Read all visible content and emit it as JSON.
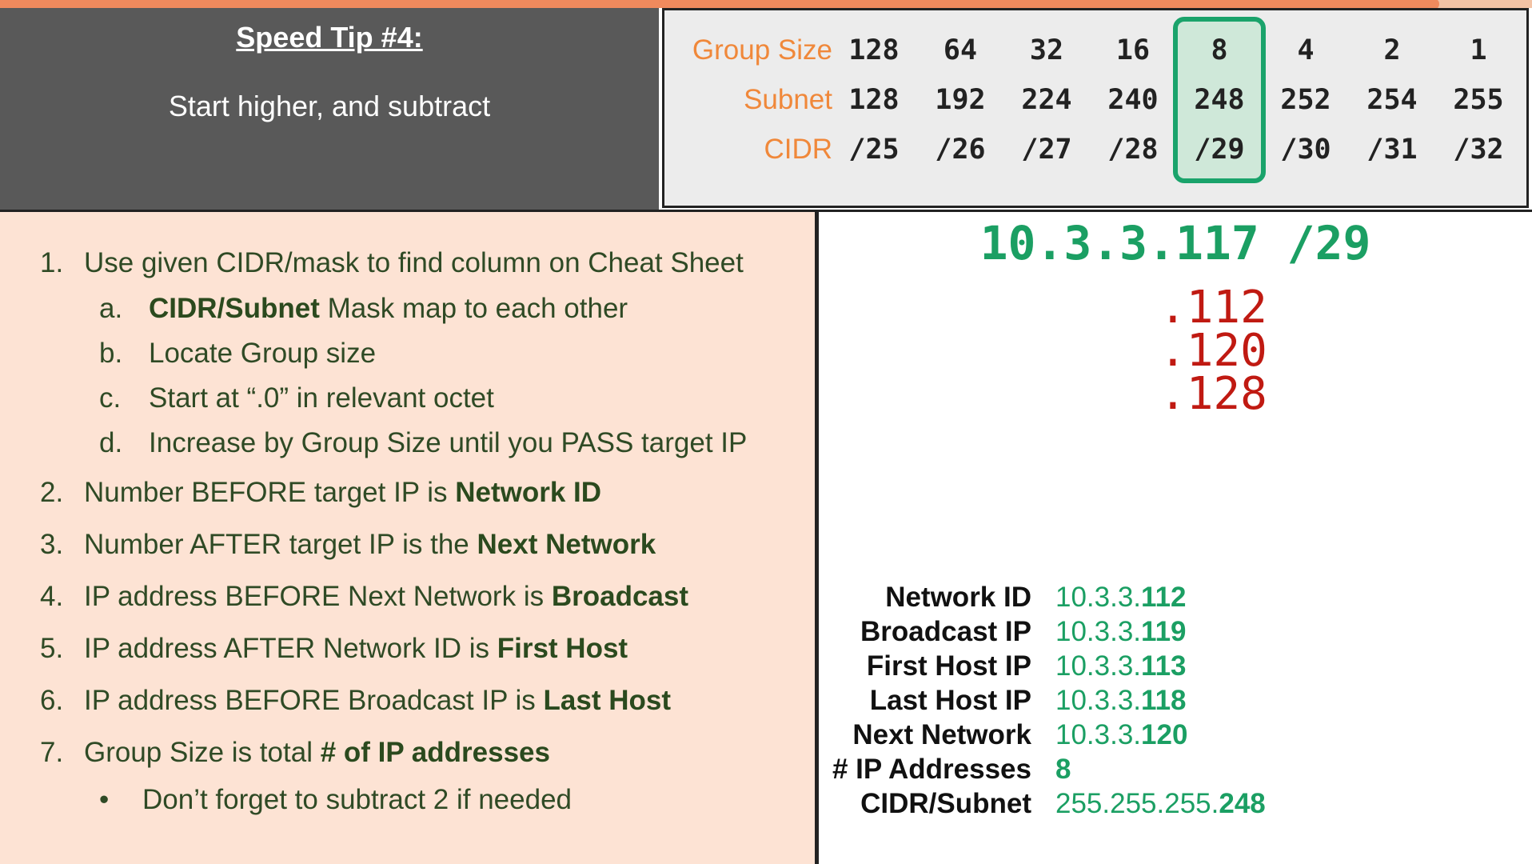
{
  "progress": {
    "percent": 93.6,
    "fill_color": "#f08a5d",
    "track_color": "#f3c3a5"
  },
  "title_panel": {
    "title": "Speed Tip #4:",
    "subtitle": "Start higher, and subtract"
  },
  "cheat_sheet": {
    "group_size_label": "Group Size",
    "subnet_label": "Subnet",
    "cidr_label": "CIDR",
    "group_sizes": [
      "128",
      "64",
      "32",
      "16",
      "8",
      "4",
      "2",
      "1"
    ],
    "subnets": [
      "128",
      "192",
      "224",
      "240",
      "248",
      "252",
      "254",
      "255"
    ],
    "cidrs": [
      "/25",
      "/26",
      "/27",
      "/28",
      "/29",
      "/30",
      "/31",
      "/32"
    ],
    "highlighted_index": 4,
    "label_color": "#f0883a",
    "highlight_color": "#1aa36b"
  },
  "steps": {
    "s1": {
      "num": "1.",
      "text": "Use given CIDR/mask to find column on Cheat Sheet"
    },
    "s1a": {
      "num": "a.",
      "bold": "CIDR/Subnet",
      "text": " Mask map to each other"
    },
    "s1b": {
      "num": "b.",
      "text": "Locate Group size"
    },
    "s1c": {
      "num": "c.",
      "text": "Start at “.0” in relevant octet"
    },
    "s1d": {
      "num": "d.",
      "text": "Increase by Group Size until you PASS target IP"
    },
    "s2": {
      "num": "2.",
      "text": "Number BEFORE target IP is ",
      "bold": "Network ID"
    },
    "s3": {
      "num": "3.",
      "text": "Number AFTER target IP is the ",
      "bold": "Next Network"
    },
    "s4": {
      "num": "4.",
      "text": "IP address BEFORE Next Network is ",
      "bold": "Broadcast"
    },
    "s5": {
      "num": "5.",
      "text": "IP address AFTER Network ID is ",
      "bold": "First Host"
    },
    "s6": {
      "num": "6.",
      "text": "IP address BEFORE Broadcast IP is ",
      "bold": "Last Host"
    },
    "s7": {
      "num": "7.",
      "text": "Group Size is total ",
      "bold": "# of IP addresses"
    },
    "s7b": {
      "num": "•",
      "text": "Don’t forget to subtract 2 if needed"
    }
  },
  "example": {
    "ip": "10.3.3.117 /29",
    "steps": [
      ".112",
      ".120",
      ".128"
    ],
    "ip_color": "#1b9f63",
    "step_color": "#c01a12"
  },
  "summary": {
    "network_id": {
      "label": "Network ID",
      "prefix": "10.3.3.",
      "suffix": "112"
    },
    "broadcast": {
      "label": "Broadcast IP",
      "prefix": "10.3.3.",
      "suffix": "119"
    },
    "first_host": {
      "label": "First Host IP",
      "prefix": "10.3.3.",
      "suffix": "113"
    },
    "last_host": {
      "label": "Last Host IP",
      "prefix": "10.3.3.",
      "suffix": "118"
    },
    "next_network": {
      "label": "Next Network",
      "prefix": "10.3.3.",
      "suffix": "120"
    },
    "ip_addresses": {
      "label": "# IP Addresses",
      "prefix": "",
      "suffix": "8"
    },
    "cidr_subnet": {
      "label": "CIDR/Subnet",
      "prefix": "255.255.255.",
      "suffix": "248"
    }
  }
}
